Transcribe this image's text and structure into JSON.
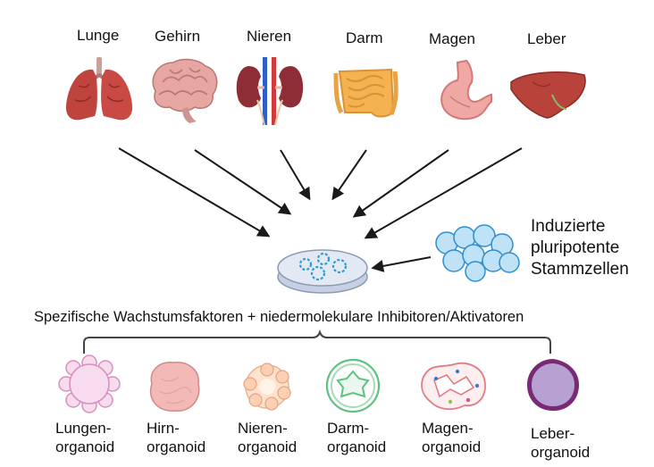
{
  "organs": [
    {
      "label": "Lunge",
      "icon": "lung-icon"
    },
    {
      "label": "Gehirn",
      "icon": "brain-icon"
    },
    {
      "label": "Nieren",
      "icon": "kidney-icon"
    },
    {
      "label": "Darm",
      "icon": "intestine-icon"
    },
    {
      "label": "Magen",
      "icon": "stomach-icon"
    },
    {
      "label": "Leber",
      "icon": "liver-icon"
    }
  ],
  "stem_cells": {
    "label_lines": [
      "Induzierte",
      "pluripotente",
      "Stammzellen"
    ],
    "icon": "stem-cell-cluster-icon"
  },
  "dish": {
    "icon": "petri-dish-icon"
  },
  "banner": "Spezifische Wachstumsfaktoren + niedermolekulare Inhibitoren/Aktivatoren",
  "organoids": [
    {
      "line1": "Lungen-",
      "line2": "organoid",
      "icon": "lung-organoid-icon"
    },
    {
      "line1": "Hirn-",
      "line2": "organoid",
      "icon": "brain-organoid-icon"
    },
    {
      "line1": "Nieren-",
      "line2": "organoid",
      "icon": "kidney-organoid-icon"
    },
    {
      "line1": "Darm-",
      "line2": "organoid",
      "icon": "intestine-organoid-icon"
    },
    {
      "line1": "Magen-",
      "line2": "organoid",
      "icon": "stomach-organoid-icon"
    },
    {
      "line1": "Leber-",
      "line2": "organoid",
      "icon": "liver-organoid-icon"
    }
  ]
}
